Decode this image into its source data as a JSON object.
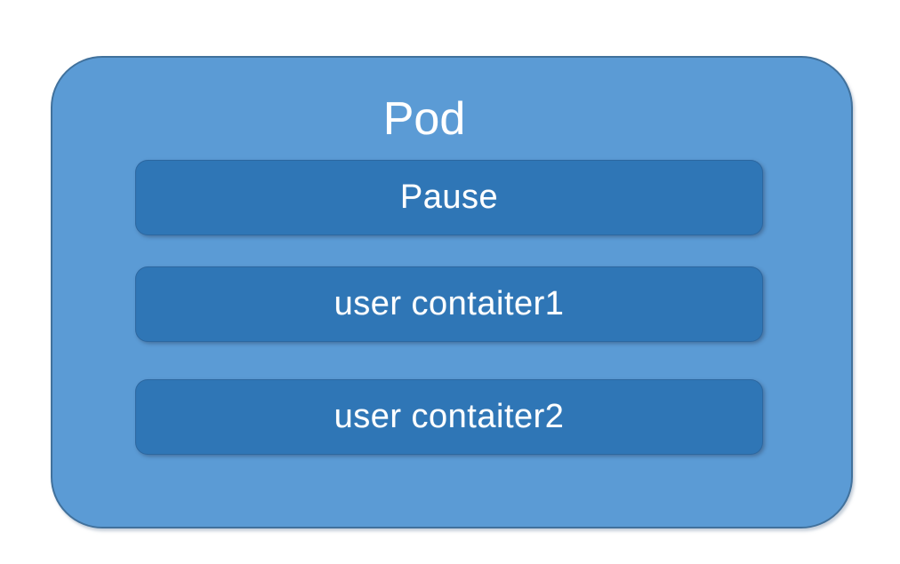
{
  "pod": {
    "title": "Pod",
    "containers": [
      {
        "label": "Pause"
      },
      {
        "label": "user contaiter1"
      },
      {
        "label": "user contaiter2"
      }
    ]
  },
  "colors": {
    "pod_fill": "#5b9bd5",
    "pod_border": "#41719c",
    "container_fill": "#2f76b6",
    "label_text": "#ffffff",
    "background": "#ffffff"
  }
}
